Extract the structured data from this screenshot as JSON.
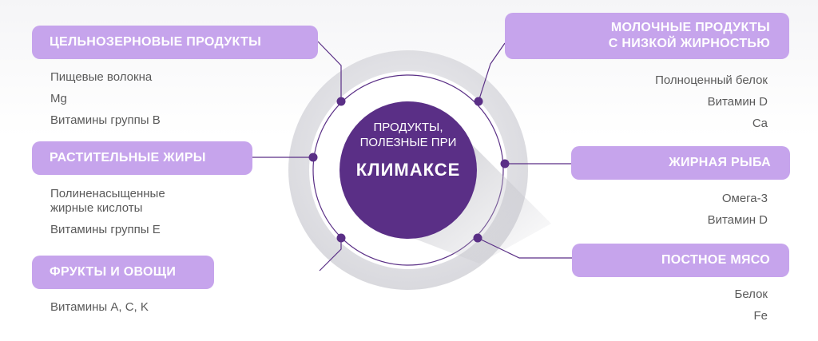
{
  "center": {
    "line1": "ПРОДУКТЫ,",
    "line2": "ПОЛЕЗНЫЕ ПРИ",
    "main": "КЛИМАКСЕ"
  },
  "categories": [
    {
      "title_lines": [
        "ЦЕЛЬНОЗЕРНОВЫЕ ПРОДУКТЫ"
      ],
      "items": [
        "Пищевые волокна",
        "Mg",
        "Витамины группы B"
      ]
    },
    {
      "title_lines": [
        "РАСТИТЕЛЬНЫЕ ЖИРЫ"
      ],
      "items": [
        "Полиненасыщенные\nжирные кислоты",
        "Витамины группы E"
      ]
    },
    {
      "title_lines": [
        "ФРУКТЫ И ОВОЩИ"
      ],
      "items": [
        "Витамины A, C, K"
      ]
    },
    {
      "title_lines": [
        "МОЛОЧНЫЕ ПРОДУКТЫ",
        "С НИЗКОЙ ЖИРНОСТЬЮ"
      ],
      "items": [
        "Полноценный белок",
        "Витамин D",
        "Ca"
      ]
    },
    {
      "title_lines": [
        "ЖИРНАЯ РЫБА"
      ],
      "items": [
        "Омега-3",
        "Витамин D"
      ]
    },
    {
      "title_lines": [
        "ПОСТНОЕ МЯСО"
      ],
      "items": [
        "Белок",
        "Fe"
      ]
    }
  ],
  "colors": {
    "pill": "#c6a4ec",
    "center": "#5a2f86",
    "connector": "#5a2f86",
    "text": "#5a5a5a"
  }
}
